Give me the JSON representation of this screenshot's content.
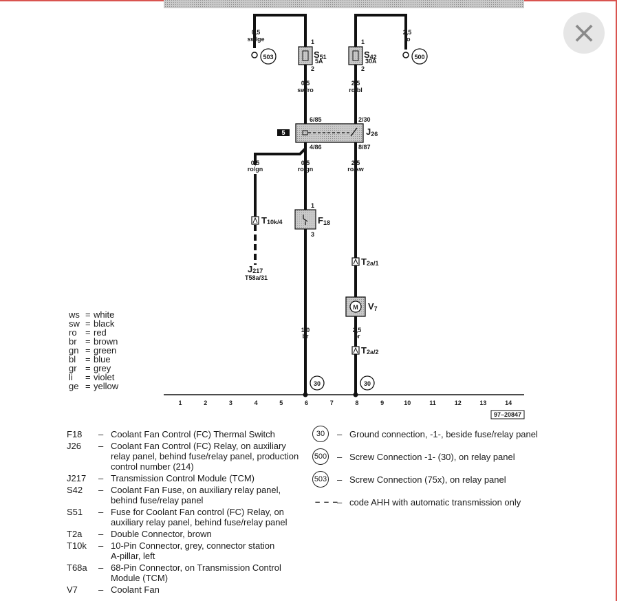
{
  "diagram": {
    "fuse_s51": {
      "name": "S",
      "sub": "51",
      "rating": "5A",
      "pin_top": "1",
      "pin_bottom": "2"
    },
    "fuse_s42": {
      "name": "S",
      "sub": "42",
      "rating": "30A",
      "pin_top": "1",
      "pin_bottom": "2"
    },
    "relay_j26": {
      "name": "J",
      "sub": "26",
      "badge": "5",
      "pin_tl": "6/85",
      "pin_tr": "2/30",
      "pin_bl": "4/86",
      "pin_br": "8/87"
    },
    "switch_f18": {
      "name": "F",
      "sub": "18",
      "pin_top": "1",
      "pin_bottom": "3"
    },
    "motor_v7": {
      "name": "V",
      "sub": "7",
      "symbol": "M"
    },
    "conn_t10k": {
      "name": "T",
      "sub": "10k/4"
    },
    "conn_t2a1": {
      "name": "T",
      "sub": "2a/1"
    },
    "conn_t2a2": {
      "name": "T",
      "sub": "2a/2"
    },
    "module_j217": {
      "name": "J",
      "sub": "217",
      "pin": "T58a/31"
    },
    "circle_503": "503",
    "circle_500": "500",
    "ground_left": "30",
    "ground_right": "30",
    "wires": {
      "w1_size": "0,5",
      "w1_color": "sw/ge",
      "w2_size": "2,5",
      "w2_color": "ro",
      "w3_size": "0,5",
      "w3_color": "sw/ro",
      "w4_size": "2,5",
      "w4_color": "ro/bl",
      "w5_size": "0,5",
      "w5_color": "ro/gn",
      "w6_size": "0,5",
      "w6_color": "ro/gn",
      "w7_size": "2,5",
      "w7_color": "ro/sw",
      "w8_size": "1,0",
      "w8_color": "br",
      "w9_size": "2,5",
      "w9_color": "br"
    },
    "ruler": [
      "1",
      "2",
      "3",
      "4",
      "5",
      "6",
      "7",
      "8",
      "9",
      "10",
      "11",
      "12",
      "13",
      "14"
    ],
    "ref_code": "97–20847"
  },
  "color_codes": [
    {
      "code": "ws",
      "name": "white"
    },
    {
      "code": "sw",
      "name": "black"
    },
    {
      "code": "ro",
      "name": "red"
    },
    {
      "code": "br",
      "name": "brown"
    },
    {
      "code": "gn",
      "name": "green"
    },
    {
      "code": "bl",
      "name": "blue"
    },
    {
      "code": "gr",
      "name": "grey"
    },
    {
      "code": "li",
      "name": "violet"
    },
    {
      "code": "ge",
      "name": "yellow"
    }
  ],
  "components": [
    {
      "code": "F18",
      "lines": [
        "Coolant Fan Control (FC) Thermal Switch"
      ]
    },
    {
      "code": "J26",
      "lines": [
        "Coolant Fan Control (FC) Relay, on auxiliary",
        "relay panel, behind fuse/relay panel, production",
        "control number (214)"
      ]
    },
    {
      "code": "J217",
      "lines": [
        "Transmission Control Module (TCM)"
      ]
    },
    {
      "code": "S42",
      "lines": [
        "Coolant Fan Fuse, on auxiliary relay panel,",
        "behind fuse/relay panel"
      ]
    },
    {
      "code": "S51",
      "lines": [
        "Fuse for Coolant Fan control (FC) Relay, on",
        "auxiliary relay panel, behind fuse/relay panel"
      ]
    },
    {
      "code": "T2a",
      "lines": [
        "Double Connector, brown"
      ]
    },
    {
      "code": "T10k",
      "lines": [
        "10-Pin Connector, grey, connector station",
        "A-pillar, left"
      ]
    },
    {
      "code": "T68a",
      "lines": [
        "68-Pin Connector, on Transmission Control",
        "Module (TCM)"
      ]
    },
    {
      "code": "V7",
      "lines": [
        "Coolant Fan"
      ]
    }
  ],
  "connections": [
    {
      "symbol": "30",
      "desc": "Ground connection, -1-, beside fuse/relay panel"
    },
    {
      "symbol": "500",
      "desc": "Screw Connection -1- (30), on relay panel"
    },
    {
      "symbol": "503",
      "desc": "Screw Connection (75x), on relay panel"
    },
    {
      "symbol": "– – –",
      "desc": "code AHH with automatic transmission only"
    }
  ],
  "ui": {
    "close_label": "×"
  }
}
